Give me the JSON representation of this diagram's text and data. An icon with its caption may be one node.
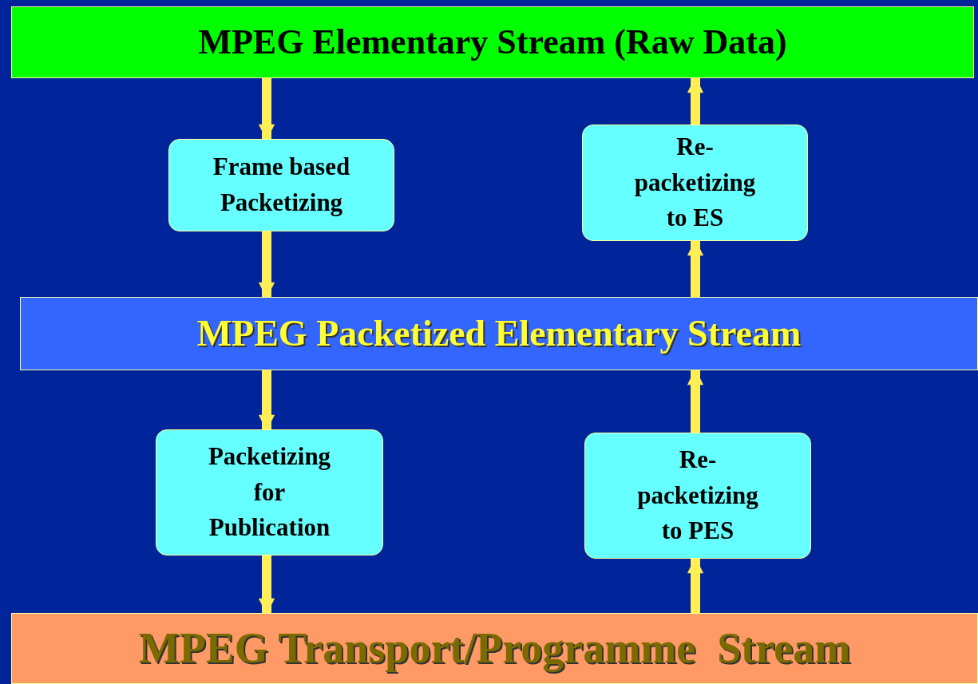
{
  "diagram": {
    "nodes": [
      {
        "text": [
          "MPEG Elementary Stream (Raw Data)"
        ]
      },
      {
        "text": [
          "Frame based Packetizing"
        ]
      },
      {
        "text": [
          "Re-packetizing to ES"
        ]
      },
      {
        "text": [
          "MPEG Packetized Elementary Stream"
        ]
      },
      {
        "text": [
          "Packetizing for Publication"
        ]
      },
      {
        "text": [
          "Re-packetizing to PES"
        ]
      },
      {
        "text": [
          "MPEG Transport/Programme  Stream"
        ]
      }
    ],
    "edges": [
      {
        "from": 0,
        "to": 1,
        "arrow": "to"
      },
      {
        "from": 1,
        "to": 3,
        "arrow": "to"
      },
      {
        "from": 3,
        "to": 4,
        "arrow": "to"
      },
      {
        "from": 4,
        "to": 6,
        "arrow": "to"
      },
      {
        "from": 6,
        "to": 5,
        "arrow": "to"
      },
      {
        "from": 5,
        "to": 3,
        "arrow": "to"
      },
      {
        "from": 3,
        "to": 2,
        "arrow": "to"
      },
      {
        "from": 2,
        "to": 0,
        "arrow": "to"
      }
    ]
  }
}
